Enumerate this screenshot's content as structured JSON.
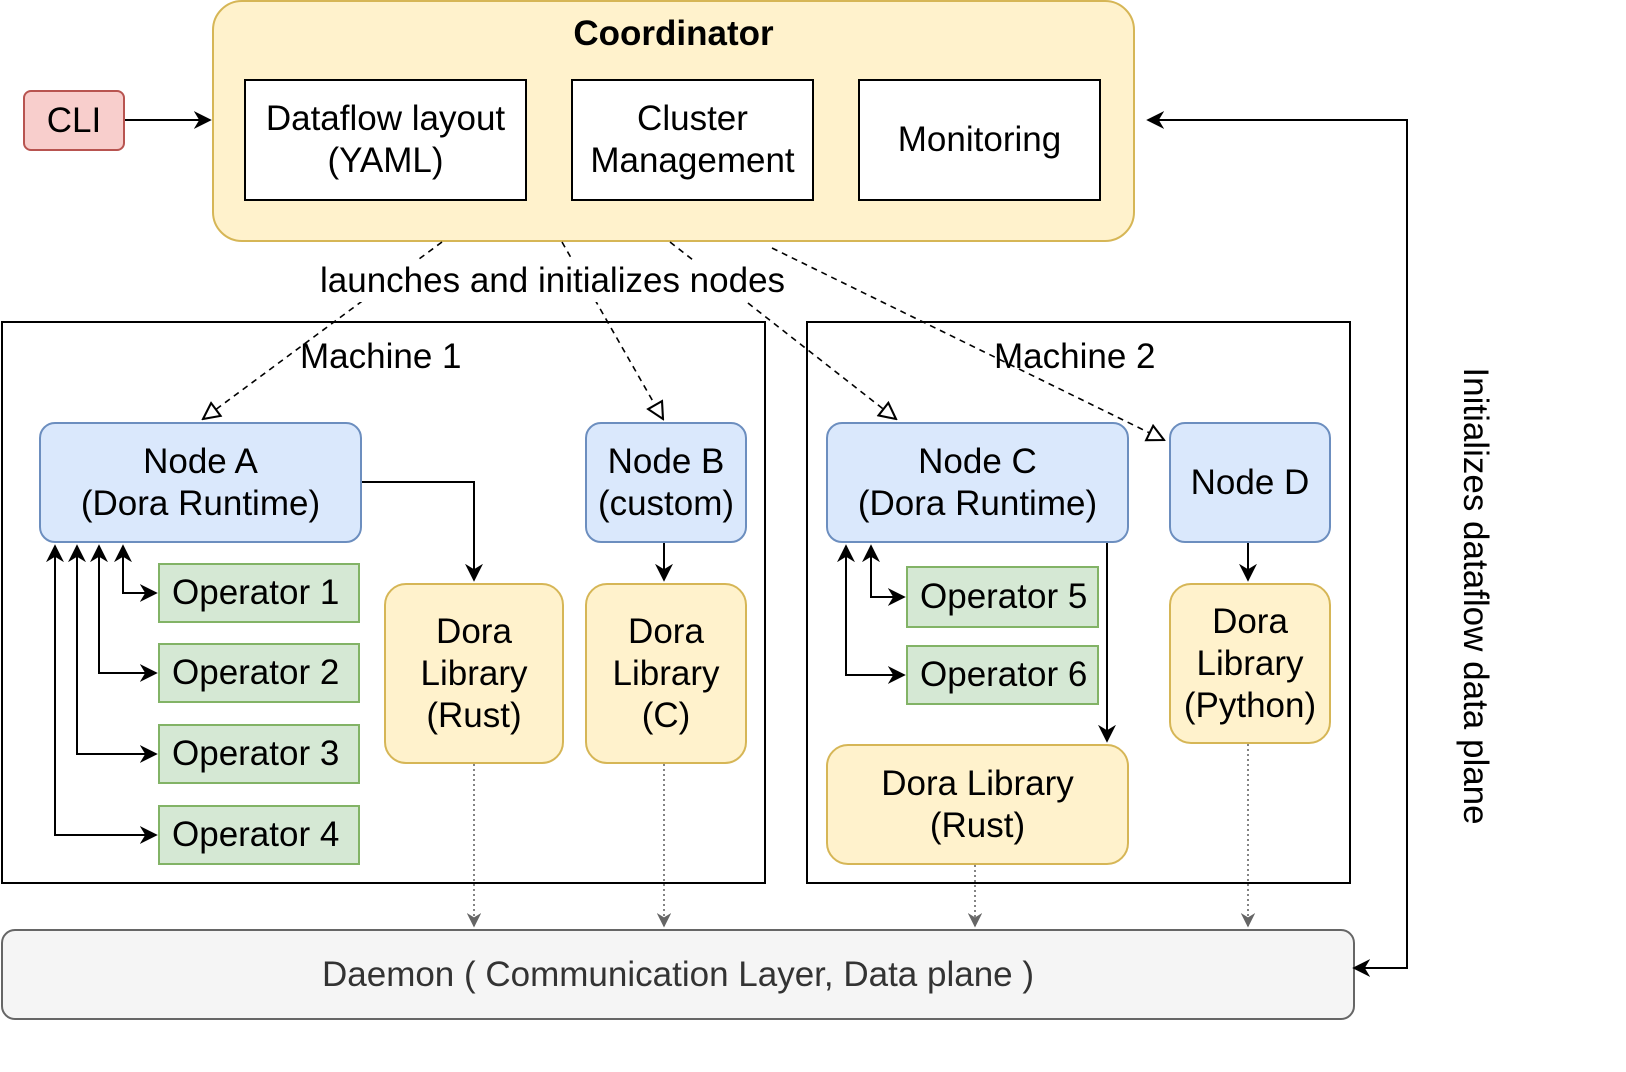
{
  "coordinator": {
    "title": "Coordinator",
    "components": [
      "Dataflow layout\n(YAML)",
      "Cluster\nManagement",
      "Monitoring"
    ]
  },
  "cli": {
    "label": "CLI"
  },
  "edge_labels": {
    "launches": "launches and initializes nodes",
    "initializes": "Initializes dataflow data plane"
  },
  "machine1": {
    "label": "Machine 1",
    "node_a": "Node A\n(Dora Runtime)",
    "node_b": "Node B\n(custom)",
    "lib_rust": "Dora\nLibrary\n(Rust)",
    "lib_c": "Dora\nLibrary\n(C)",
    "operators": [
      "Operator 1",
      "Operator 2",
      "Operator 3",
      "Operator 4"
    ]
  },
  "machine2": {
    "label": "Machine 2",
    "node_c": "Node C\n(Dora Runtime)",
    "node_d": "Node D",
    "lib_rust": "Dora Library\n(Rust)",
    "lib_python": "Dora\nLibrary\n(Python)",
    "operators": [
      "Operator 5",
      "Operator 6"
    ]
  },
  "daemon": {
    "label": "Daemon ( Communication Layer, Data plane )"
  }
}
